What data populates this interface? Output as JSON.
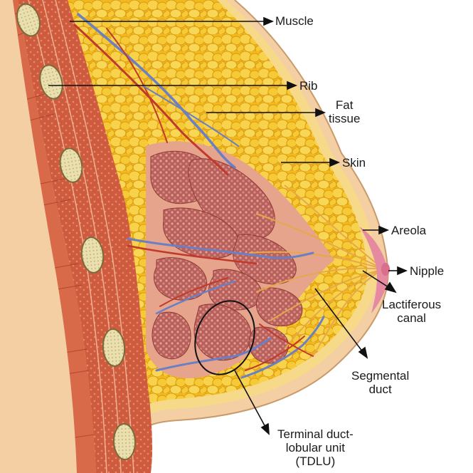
{
  "labels": {
    "muscle": "Muscle",
    "rib": "Rib",
    "fat_tissue": "Fat\ntissue",
    "skin": "Skin",
    "areola": "Areola",
    "nipple": "Nipple",
    "lactiferous_canal": "Lactiferous\ncanal",
    "segmental_duct": "Segmental\nduct",
    "tdlu": "Terminal duct-\nlobular unit\n(TDLU)"
  },
  "colors": {
    "skin": "#f3cfa3",
    "skin_edge": "#c99a6b",
    "fat": "#f4c12a",
    "fat_dark": "#d99a10",
    "muscle": "#c8553a",
    "muscle_dark": "#8f2f1e",
    "gland": "#c06a64",
    "vein": "#6a7fc4",
    "artery": "#c0392b",
    "rib_fill": "#ece2b3",
    "areola": "#e58aa0",
    "label_text": "#1a1a1a"
  }
}
